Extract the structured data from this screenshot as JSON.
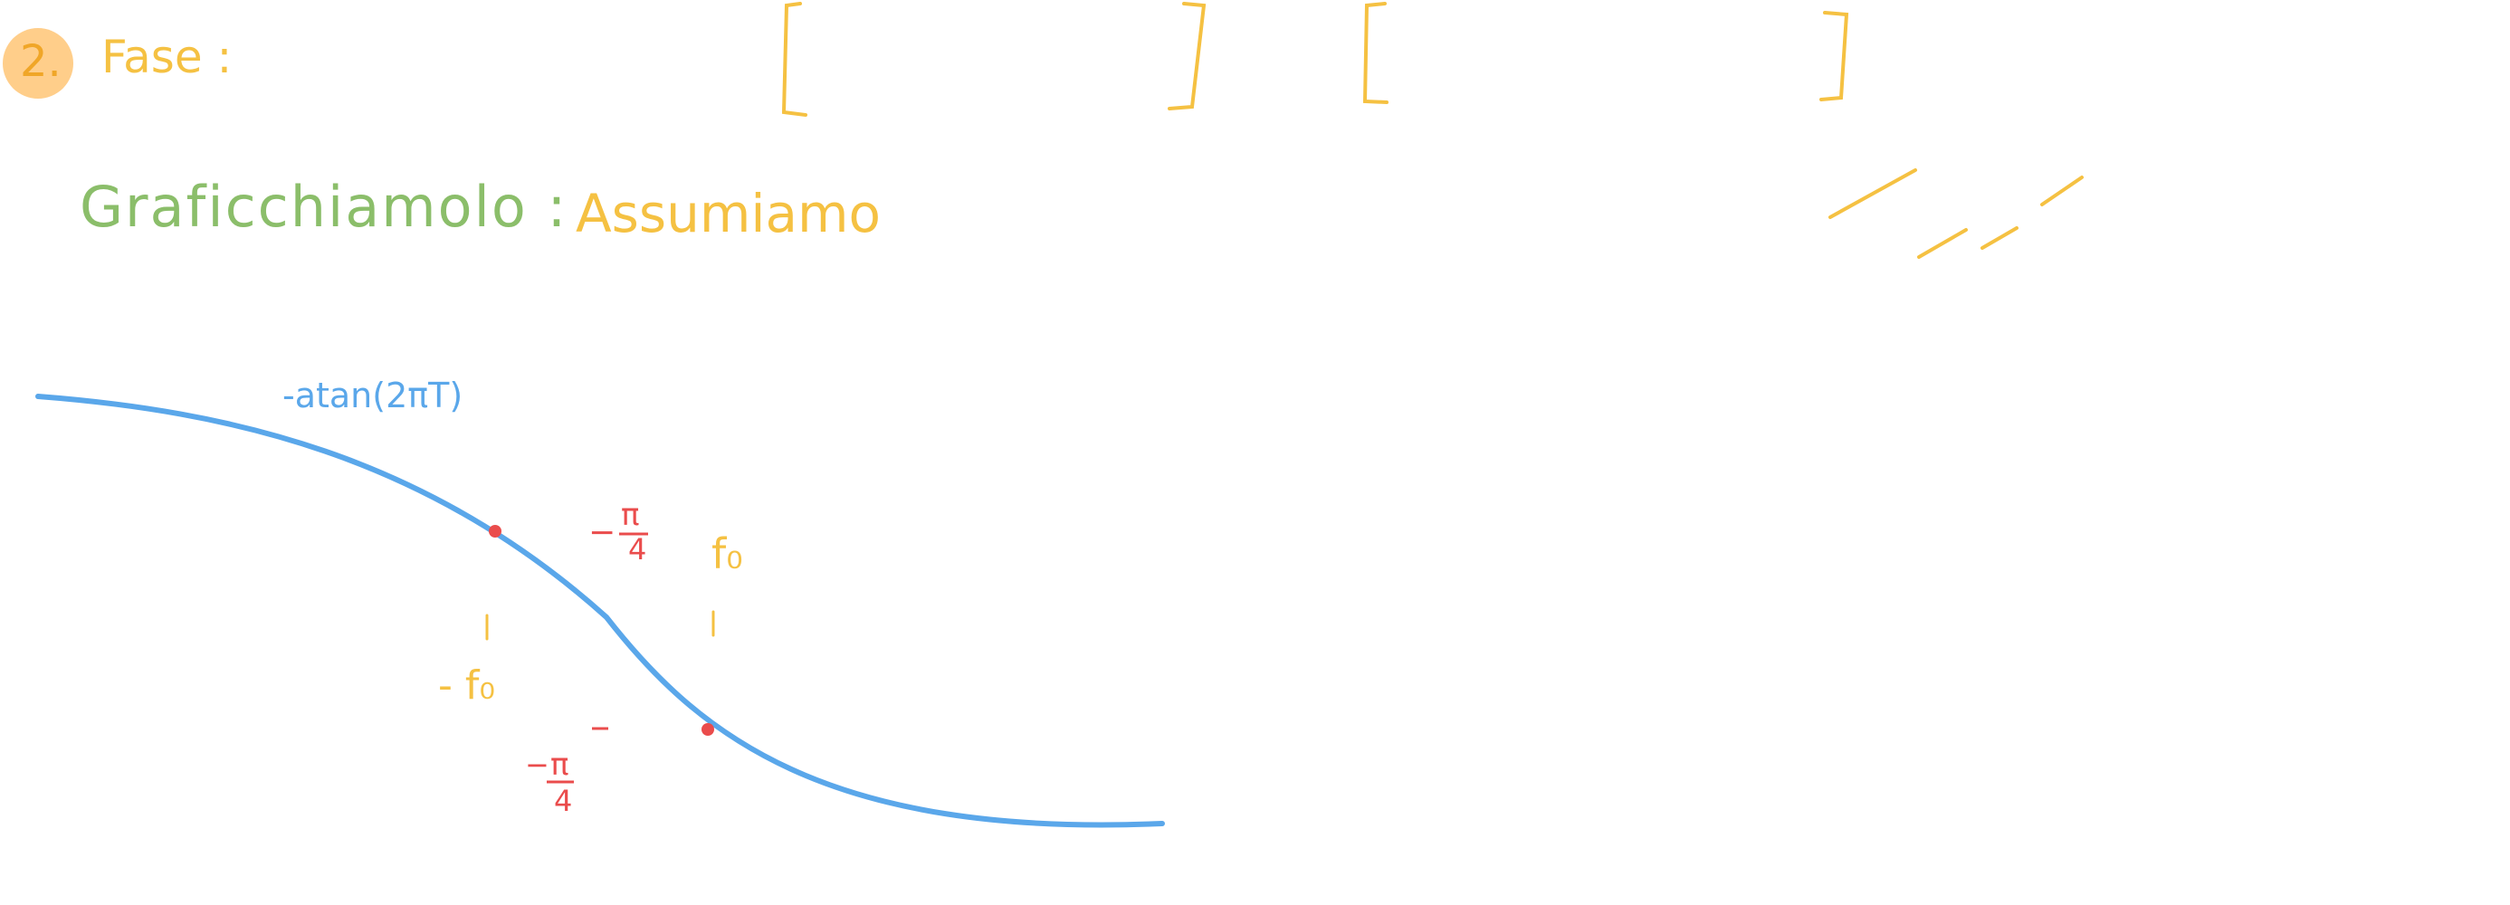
{
  "colors": {
    "yellow": "#F5C142",
    "green": "#8BBE6A",
    "blue": "#5AA7EA",
    "red": "#EA4C4C",
    "badge": "#FFCE8A",
    "badge_text": "#F0A628"
  },
  "header": {
    "step_number": "2.",
    "title": "Fase :"
  },
  "section": {
    "graph_label": "Graficchiamolo :",
    "assume_label": "Assumiamo"
  },
  "plot": {
    "curve_label": "-atan(2πT)",
    "upper_phase_label_num": "π",
    "upper_phase_label_den": "4",
    "upper_phase_label_sign": "−",
    "lower_phase_label_num": "π",
    "lower_phase_label_den": "4",
    "lower_phase_label_sign": "−",
    "pos_freq_label": "f₀",
    "neg_freq_label": "- f₀"
  },
  "icons": {
    "bracket_left_1": "left-bracket-icon",
    "bracket_right_1": "right-bracket-icon",
    "bracket_left_2": "left-bracket-icon",
    "bracket_right_2": "right-bracket-icon"
  }
}
